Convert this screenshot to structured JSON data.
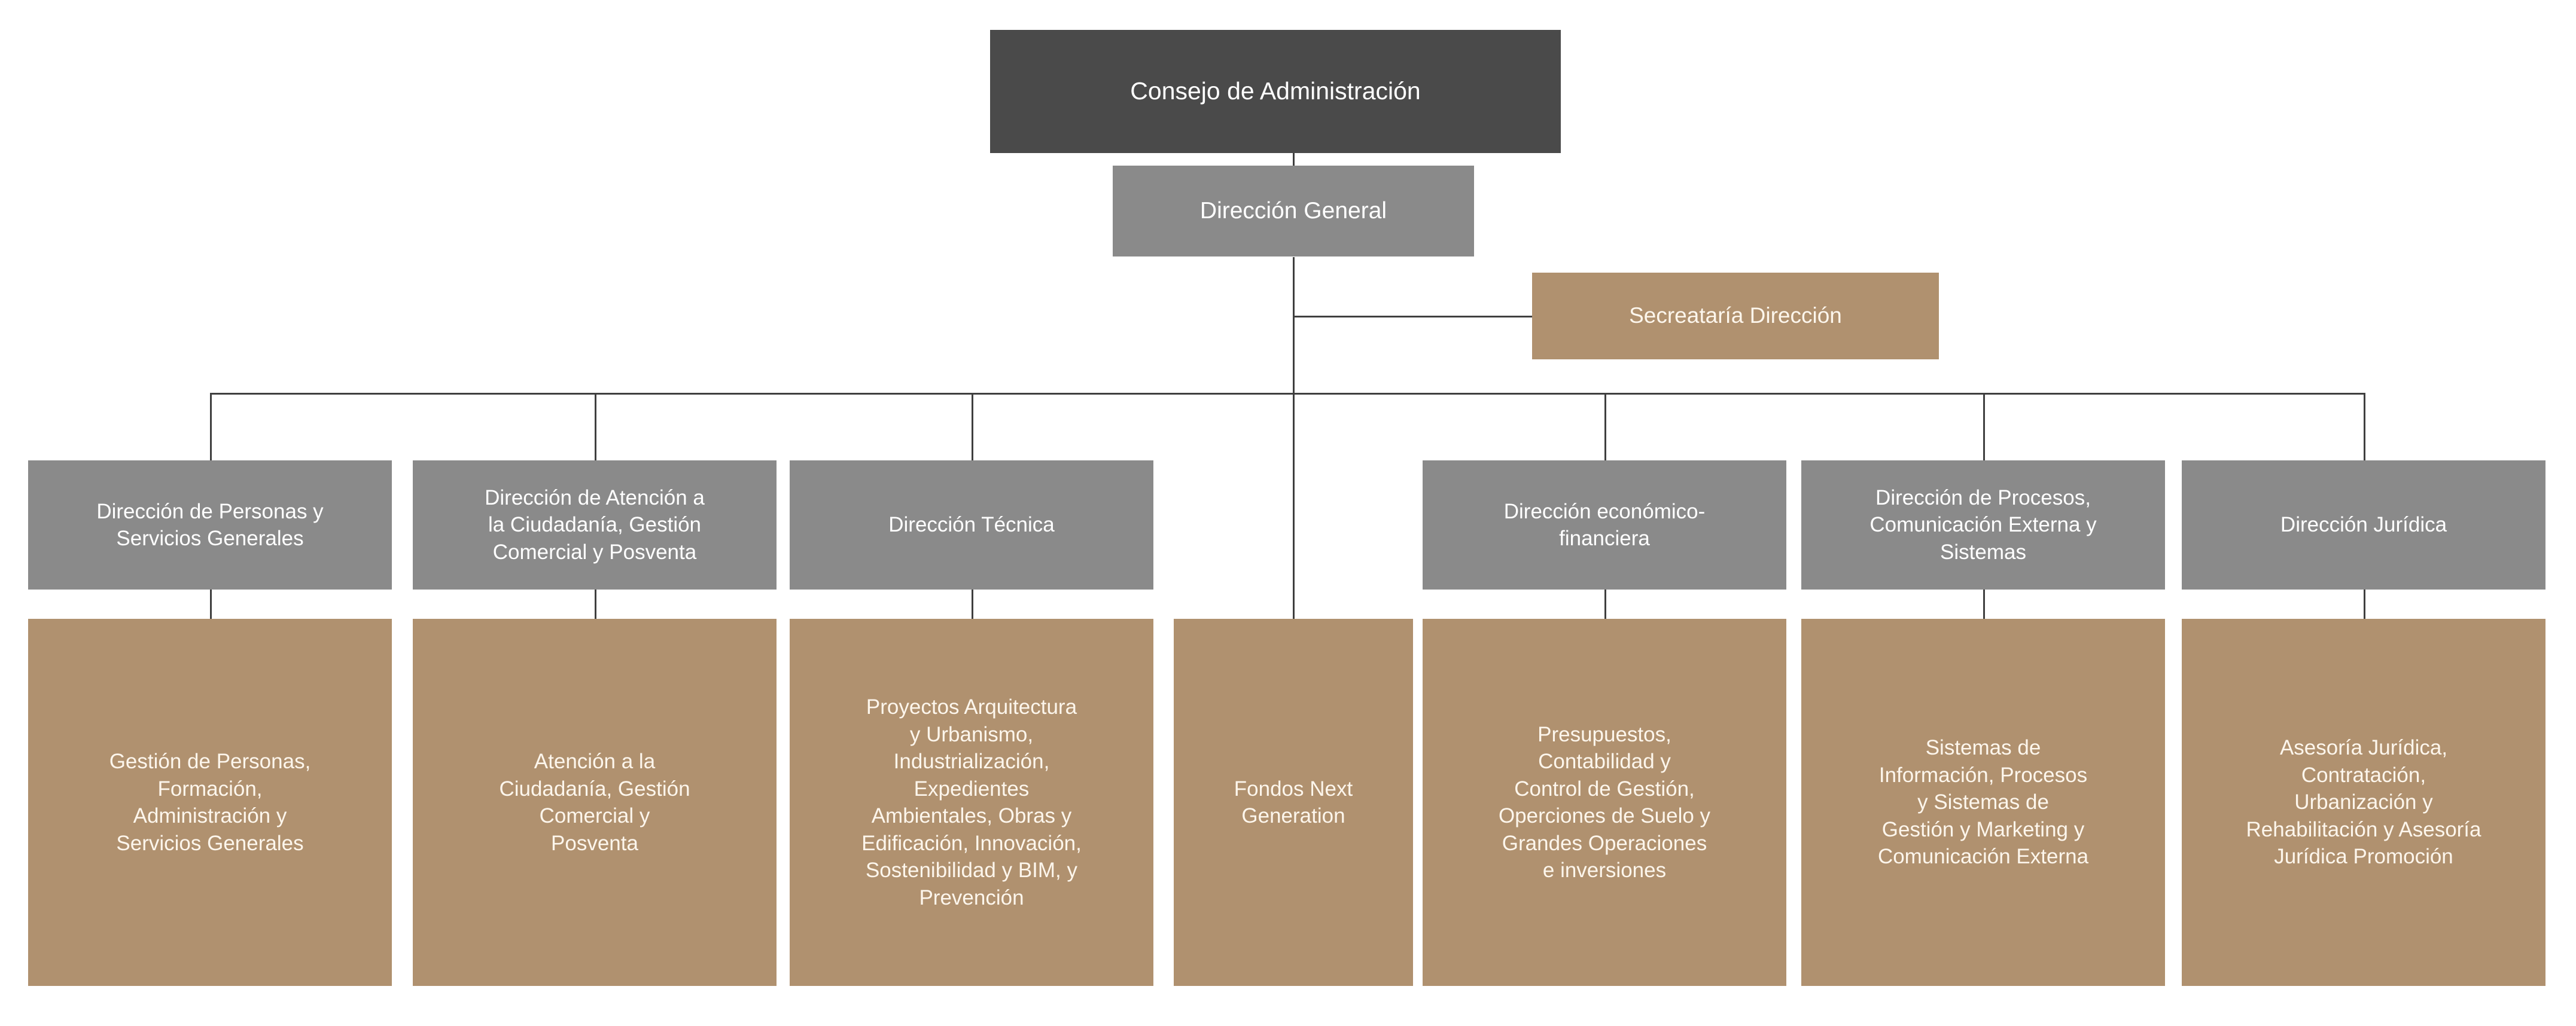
{
  "diagram": {
    "title_text": "Consejo de Administración",
    "type": "organizational-chart",
    "colors": {
      "board": "#4a4a4a",
      "direction": "#8a8a8a",
      "department": "#8a8a8a",
      "unit": "#b0916f",
      "secretariat": "#b0916f",
      "connector": "#3f3f3f",
      "background": "#ffffff",
      "text_light": "#ffffff",
      "text_cream": "#fdf6ec"
    },
    "nodes": {
      "board": {
        "label": "Consejo de Administración"
      },
      "general_direction": {
        "label": "Dirección General"
      },
      "secretariat": {
        "label": "Secreataría Dirección"
      },
      "fondos": {
        "label": "Fondos Next\nGeneration"
      }
    },
    "departments": [
      {
        "id": "personas",
        "label": "Dirección de Personas y\nServicios Generales",
        "unit": "Gestión de Personas,\nFormación,\nAdministración y\nServicios Generales"
      },
      {
        "id": "ciudadania",
        "label": "Dirección de Atención a\nla Ciudadanía, Gestión\nComercial y Posventa",
        "unit": "Atención a la\nCiudadanía, Gestión\nComercial y\nPosventa"
      },
      {
        "id": "tecnica",
        "label": "Dirección Técnica",
        "unit": "Proyectos Arquitectura\ny Urbanismo,\nIndustrialización,\nExpedientes\nAmbientales, Obras y\nEdificación, Innovación,\nSostenibilidad y BIM, y\nPrevención"
      },
      {
        "id": "economico",
        "label": "Dirección económico-\nfinanciera",
        "unit": "Presupuestos,\nContabilidad y\nControl de Gestión,\nOperciones de Suelo y\nGrandes Operaciones\ne inversiones"
      },
      {
        "id": "procesos",
        "label": "Dirección de Procesos,\nComunicación Externa y\nSistemas",
        "unit": "Sistemas de\nInformación, Procesos\ny Sistemas de\nGestión y Marketing y\nComunicación Externa"
      },
      {
        "id": "juridica",
        "label": "Dirección Jurídica",
        "unit": "Asesoría Jurídica,\nContratación,\nUrbanización y\nRehabilitación y Asesoría\nJurídica Promoción"
      }
    ]
  }
}
